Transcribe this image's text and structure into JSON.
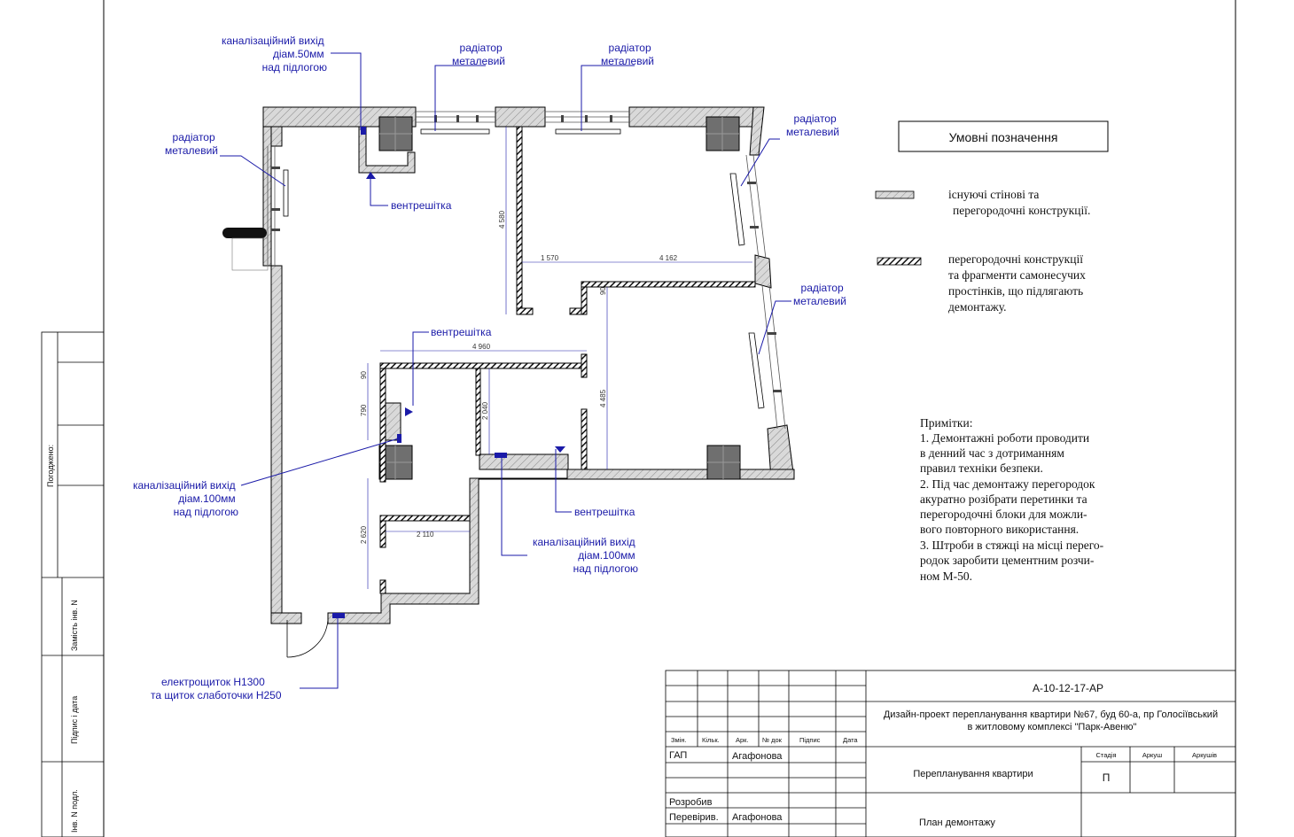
{
  "colors": {
    "annotation": "#1a1aa8",
    "wall_hatch": "#bbbbbb",
    "demolish": "#111111"
  },
  "annotations": {
    "sewer_50": [
      "каналізаційний вихід",
      "діам.50мм",
      "над підлогою"
    ],
    "radiator_top1": [
      "радіатор",
      "металевий"
    ],
    "radiator_top2": [
      "радіатор",
      "металевий"
    ],
    "radiator_left": [
      "радіатор",
      "металевий"
    ],
    "radiator_right_top": [
      "радіатор",
      "металевий"
    ],
    "radiator_right_mid": [
      "радіатор",
      "металевий"
    ],
    "vent_top": "вентрешітка",
    "vent_mid": "вентрешітка",
    "vent_bottom": "вентрешітка",
    "sewer_100_left": [
      "каналізаційний вихід",
      "діам.100мм",
      "над підлогою"
    ],
    "sewer_100_bottom": [
      "каналізаційний вихід",
      "діам.100мм",
      "над підлогою"
    ],
    "electric": [
      "електрощиток Н1300",
      "та щиток слаботочки Н250"
    ]
  },
  "dimensions": {
    "d4580": "4 580",
    "d1570": "1 570",
    "d4162": "4 162",
    "d90a": "90",
    "d4960": "4 960",
    "d90b": "90",
    "d790": "790",
    "d2040": "2 040",
    "d4485": "4 485",
    "d2620": "2 620",
    "d2110": "2 110"
  },
  "legend": {
    "title": "Умовні позначення",
    "existing": [
      "існуючі стінові та",
      "перегородочні конструкції."
    ],
    "demolish": [
      "перегородочні конструкції",
      "та фрагменти самонесучих",
      "простінків, що підлягають",
      "демонтажу."
    ]
  },
  "notes": [
    "Примітки:",
    "1. Демонтажні роботи проводити",
    "в денний час з дотриманням",
    "правил техніки безпеки.",
    "2. Під час демонтажу перегородок",
    "акуратно розібрати перетинки та",
    "перегородочні блоки для можли-",
    "вого повторного використання.",
    "3. Штроби в стяжці на місці перего-",
    "родок заробити цементним розчи-",
    "ном М-50."
  ],
  "side_stamp": {
    "agreed": "Погоджено:",
    "replaced": "Замість інв. N",
    "signature_date": "Підпис і дата",
    "inv_no": "Інв. N подл."
  },
  "title_block": {
    "code": "А-10-12-17-АР",
    "project": [
      "Дизайн-проект перепланування квартири №67, буд 60-а, пр Голосіївський",
      "в житловому комплексі \"Парк-Авеню\""
    ],
    "headers": [
      "Змін.",
      "Кільк.",
      "Арк.",
      "№ док",
      "Підпис",
      "Дата"
    ],
    "gap_role": "ГАП",
    "gap_name": "Агафонова",
    "sheet_title": "Перепланування квартири",
    "stage_label": "Стадія",
    "sheet_label": "Аркуш",
    "sheets_label": "Аркушів",
    "stage_value": "П",
    "developed": "Розробив",
    "checked_role": "Перевірив.",
    "checked_name": "Агафонова",
    "drawing_title": "План демонтажу"
  }
}
